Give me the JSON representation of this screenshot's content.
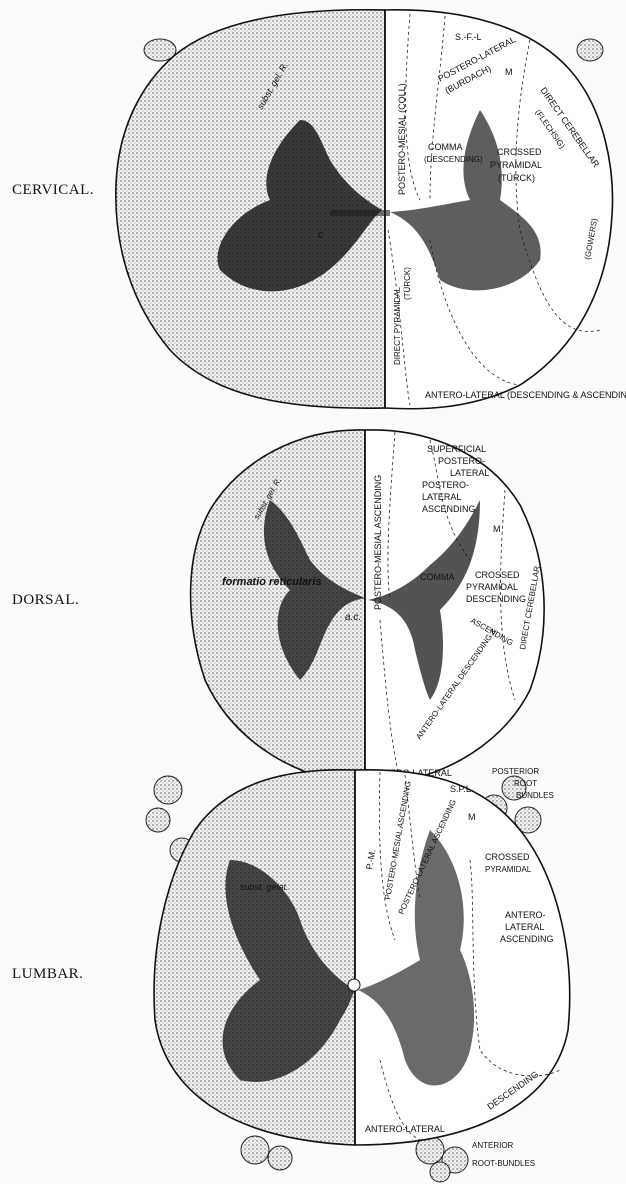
{
  "sections": [
    {
      "name": "cervical",
      "label": "CERVICAL.",
      "tract_labels": [
        "S.-F.-L",
        "POSTERO-LATERAL",
        "(BURDACH)",
        "POSTERO-MESIAL (COLL)",
        "M",
        "DIRECT CEREBELLAR",
        "(FLECHSIG)",
        "COMMA",
        "(DESCENDING)",
        "CROSSED",
        "PYRAMIDAL",
        "(TÜRCK)",
        "DIRECT PYRAMIDAL",
        "(TÜRCK)",
        "ANTERO-LATERAL (DESCENDING & ASCENDING)",
        "(GOWERS)"
      ],
      "gray_labels": [
        "subst. gel. R.",
        "c"
      ]
    },
    {
      "name": "dorsal",
      "label": "DORSAL.",
      "tract_labels": [
        "SUPERFICIAL",
        "POSTERO-",
        "LATERAL",
        "POSTERO-",
        "LATERAL",
        "ASCENDING",
        "M",
        "POSTERO-MESIAL ASCENDING",
        "COMMA",
        "CROSSED",
        "PYRAMIDAL",
        "DESCENDING",
        "DIRECT CEREBELLAR",
        "ASCENDING",
        "ANTERO-LATERAL DESCENDING &",
        "ANTERO-LATERAL"
      ],
      "gray_labels": [
        "formatio reticularis",
        "subst. gel. R.",
        "a.c."
      ]
    },
    {
      "name": "lumbar",
      "label": "LUMBAR.",
      "tract_labels": [
        "POSTERIOR",
        "ROOT",
        "BUNDLES",
        "S.P.L",
        "P.-M.",
        "POSTERO-MESIAL ASCENDING",
        "POSTERO-LATERAL ASCENDING",
        "M",
        "CROSSED",
        "PYRAMIDAL",
        "ANTERO-",
        "LATERAL",
        "ASCENDING",
        "DESCENDING",
        "ANTERO-LATERAL",
        "ANTERIOR",
        "ROOT-BUNDLES"
      ],
      "gray_labels": [
        "subst. gelat."
      ]
    }
  ]
}
